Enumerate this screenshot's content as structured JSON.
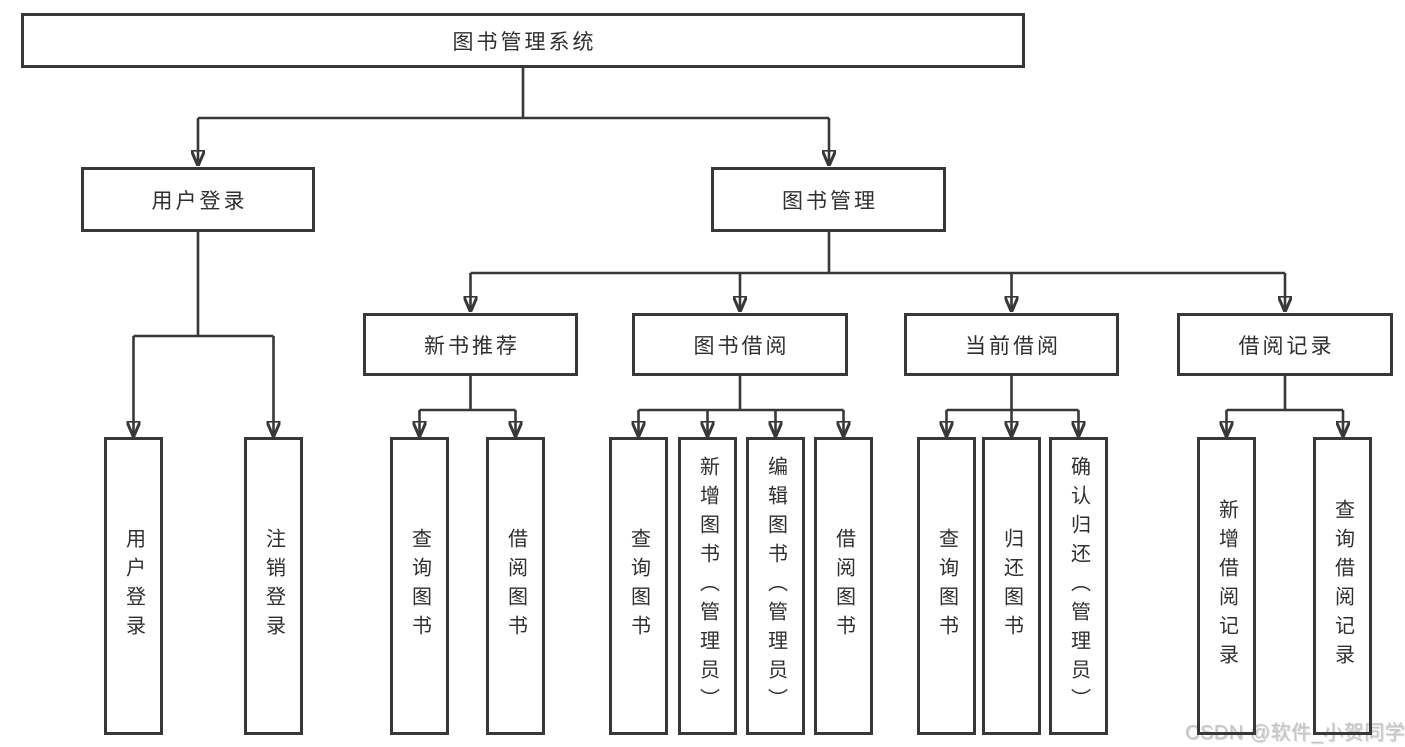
{
  "diagram": {
    "root": {
      "label": "图书管理系统"
    },
    "level2": [
      {
        "label": "用户登录"
      },
      {
        "label": "图书管理"
      }
    ],
    "level3": [
      {
        "label": "新书推荐"
      },
      {
        "label": "图书借阅"
      },
      {
        "label": "当前借阅"
      },
      {
        "label": "借阅记录"
      }
    ],
    "leaves": {
      "user_login": [
        "用户登录",
        "注销登录"
      ],
      "new_book": [
        "查询图书",
        "借阅图书"
      ],
      "book_borrow": [
        "查询图书",
        "新增图书（管理员）",
        "编辑图书（管理员）",
        "借阅图书"
      ],
      "current_borrow": [
        "查询图书",
        "归还图书",
        "确认归还（管理员）"
      ],
      "borrow_records": [
        "新增借阅记录",
        "查询借阅记录"
      ]
    },
    "watermark": "CSDN @软件_小贺同学",
    "colors": {
      "line": "#383838",
      "box_border": "#383838",
      "text": "#2f2f2f",
      "background": "#ffffff",
      "watermark_text": "#c6c6c6"
    }
  }
}
